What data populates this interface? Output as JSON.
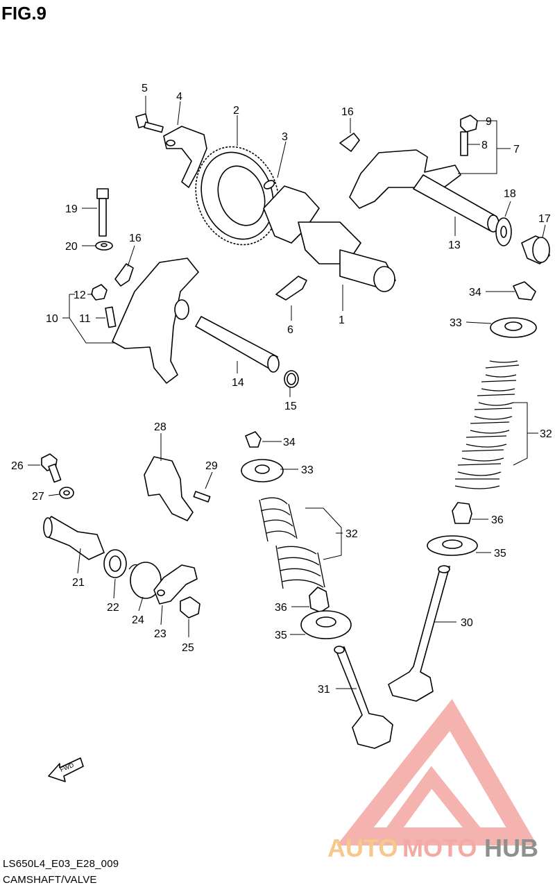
{
  "figure": {
    "title": "FIG.9",
    "code": "LS650L4_E03_E28_009",
    "name": "CAMSHAFT/VALVE"
  },
  "fwd_label": "FWD",
  "watermark": {
    "auto": "AUTO",
    "moto": "MOTO",
    "hub": "HUB",
    "colors": {
      "auto": "#f6c98a",
      "moto": "#f4a9a4",
      "hub": "#8f8f8f",
      "logo": "#f3a6a2"
    }
  },
  "callouts": {
    "c1": "1",
    "c2": "2",
    "c3": "3",
    "c4": "4",
    "c5": "5",
    "c6": "6",
    "c7": "7",
    "c8": "8",
    "c9": "9",
    "c10": "10",
    "c11": "11",
    "c12": "12",
    "c13": "13",
    "c14": "14",
    "c15": "15",
    "c16a": "16",
    "c16b": "16",
    "c17": "17",
    "c18": "18",
    "c19": "19",
    "c20": "20",
    "c21": "21",
    "c22": "22",
    "c23": "23",
    "c24": "24",
    "c25": "25",
    "c26": "26",
    "c27": "27",
    "c28": "28",
    "c29": "29",
    "c30": "30",
    "c31": "31",
    "c32a": "32",
    "c32b": "32",
    "c33a": "33",
    "c33b": "33",
    "c34a": "34",
    "c34b": "34",
    "c35a": "35",
    "c35b": "35",
    "c36a": "36",
    "c36b": "36"
  }
}
